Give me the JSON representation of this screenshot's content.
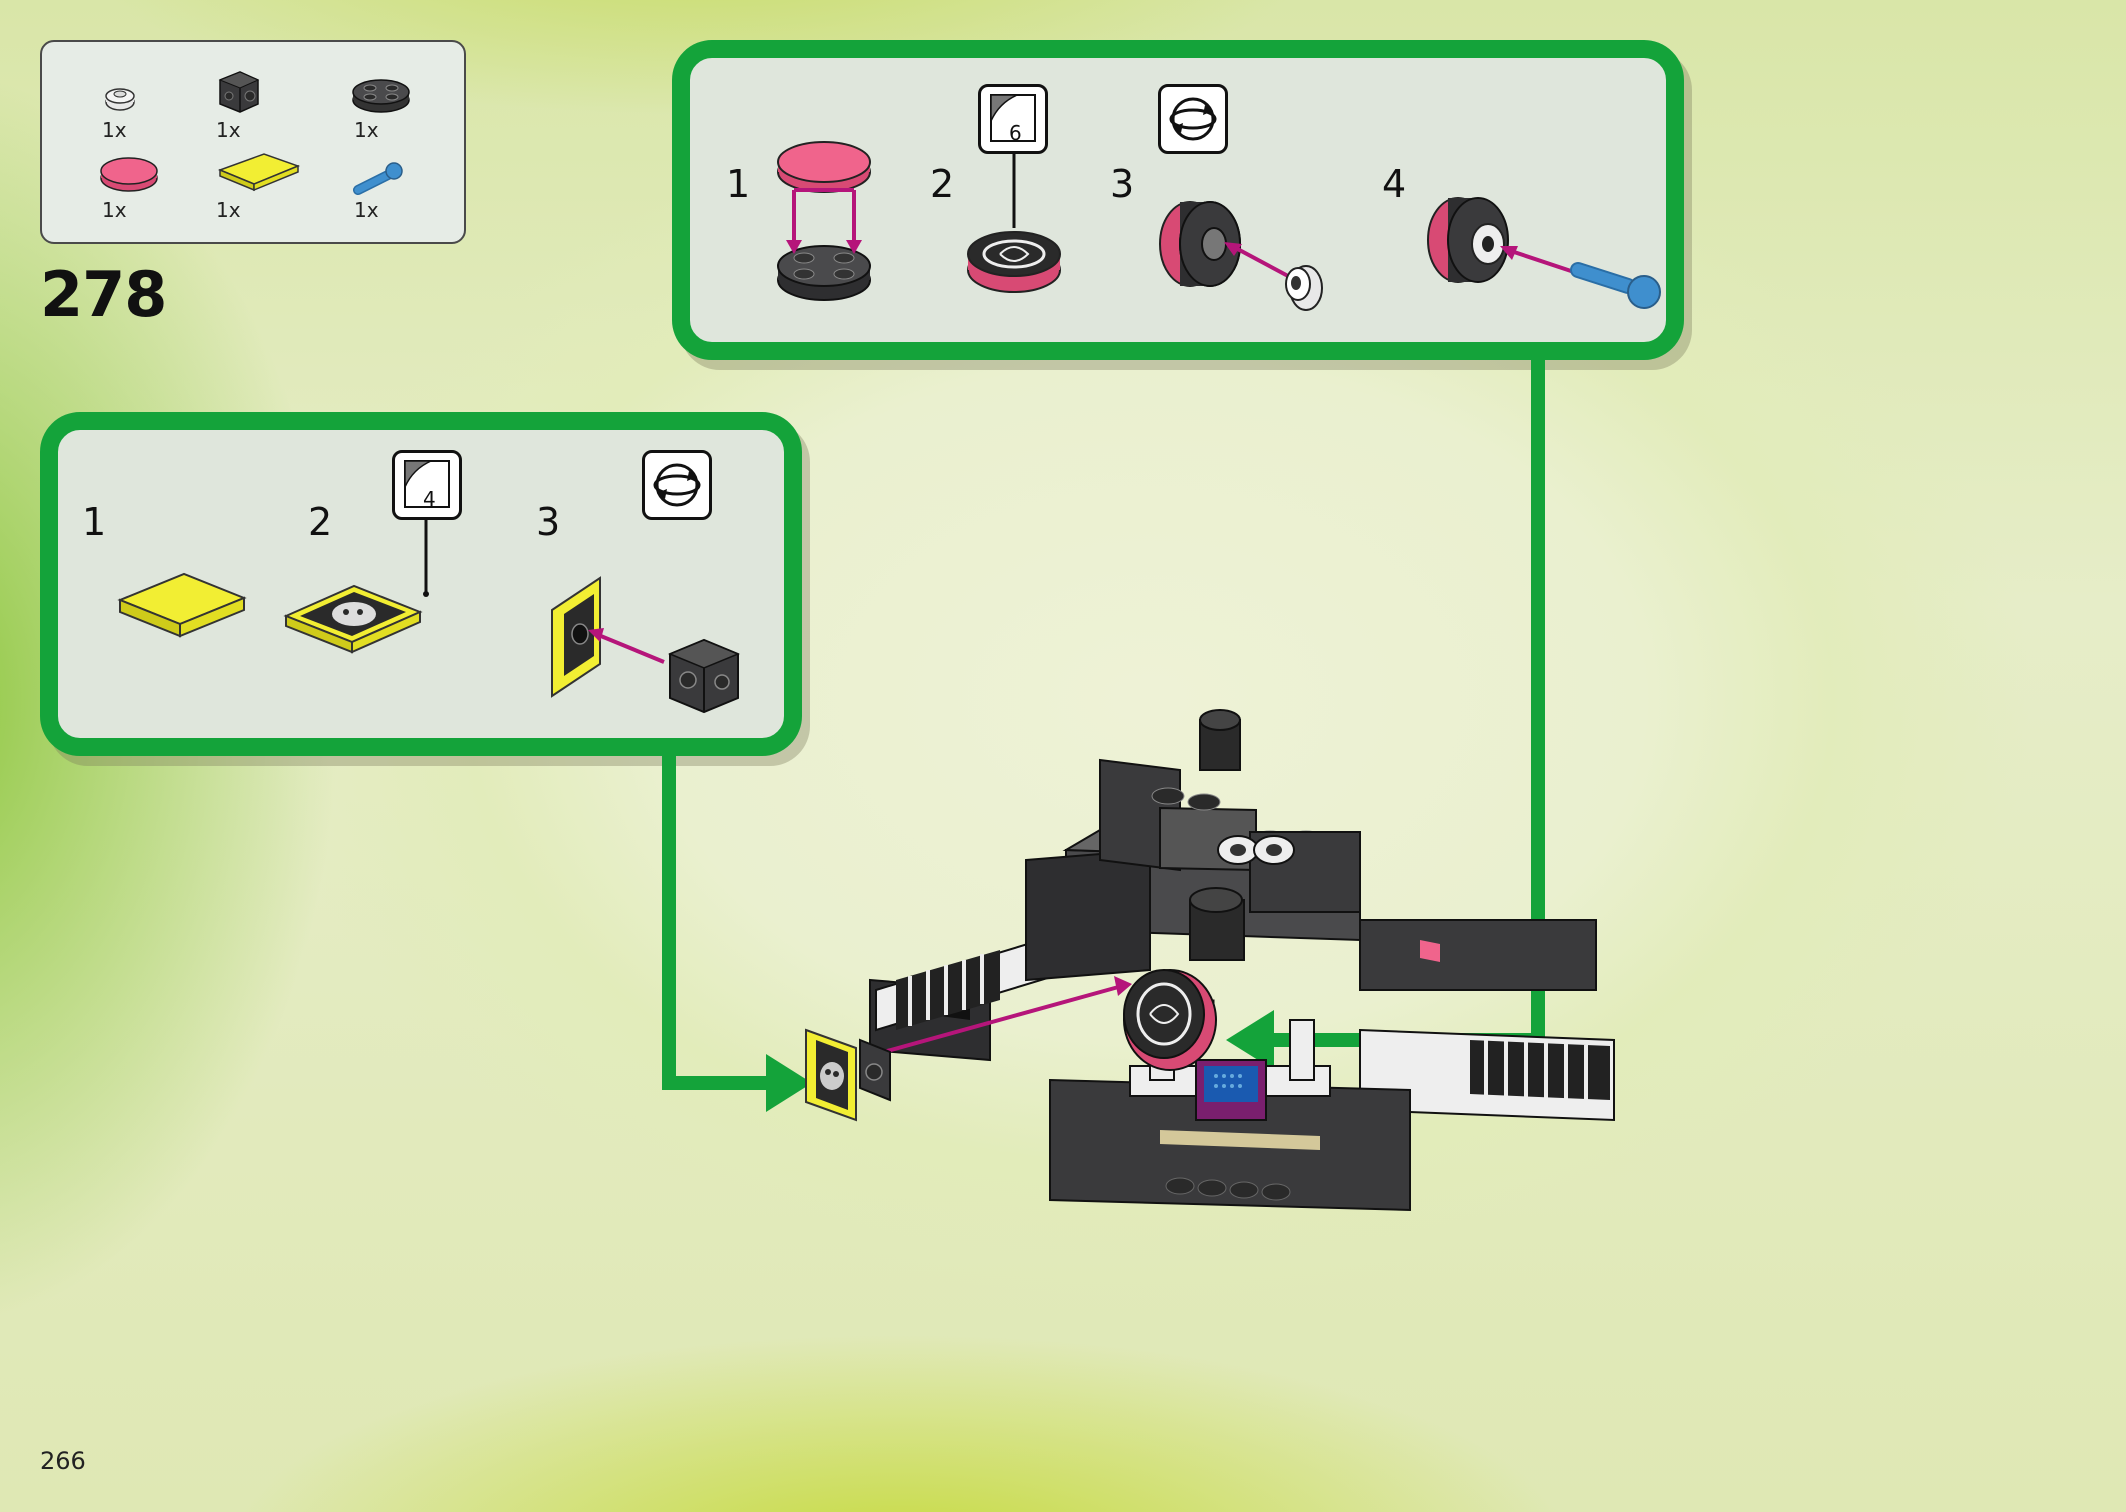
{
  "step": {
    "number": "278"
  },
  "page": {
    "number": "266"
  },
  "parts_list": [
    {
      "qty": "1x",
      "part": "white-round-plate-1x1"
    },
    {
      "qty": "1x",
      "part": "dark-grey-brick-1x1-studs-on-side"
    },
    {
      "qty": "1x",
      "part": "dark-grey-round-plate-2x2"
    },
    {
      "qty": "1x",
      "part": "pink-round-tile-2x2"
    },
    {
      "qty": "1x",
      "part": "yellow-tile-2x2"
    },
    {
      "qty": "1x",
      "part": "blue-bar-with-stopper"
    }
  ],
  "subassembly_top": {
    "steps": [
      "1",
      "2",
      "3",
      "4"
    ],
    "sticker_number": "6",
    "icons": [
      "sticker-icon",
      "rotate-icon"
    ]
  },
  "subassembly_left": {
    "steps": [
      "1",
      "2",
      "3"
    ],
    "sticker_number": "4",
    "icons": [
      "sticker-icon",
      "rotate-icon"
    ]
  },
  "colors": {
    "panel_border": "#14a33a",
    "panel_fill": "#dfe6dc",
    "arrow": "#b5157a",
    "pink": "#f0648c",
    "yellow": "#f2ee33",
    "dark_grey": "#3a3a3c",
    "blue": "#3f8fce"
  }
}
